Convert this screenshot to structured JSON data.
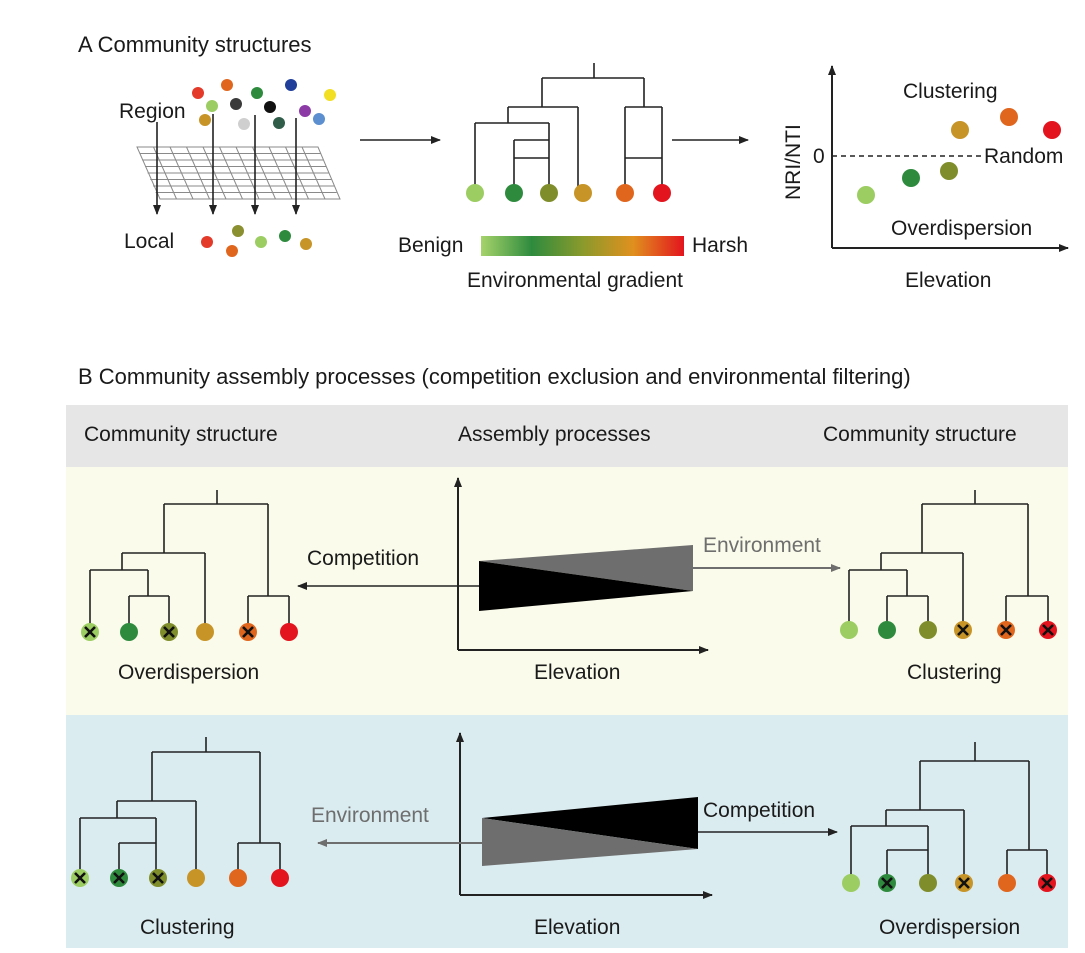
{
  "colors": {
    "light_green": "#9ccd62",
    "green": "#2e8b3e",
    "olive": "#7f8e2b",
    "ochre": "#c79427",
    "orange": "#e0661e",
    "red": "#e3141e",
    "header_band": "#e6e6e6",
    "upper_band": "#fbfbeb",
    "lower_band": "#dbecf1"
  },
  "panel_a": {
    "title": "A  Community structures",
    "region_label": "Region",
    "local_label": "Local",
    "gradient_left": "Benign",
    "gradient_right": "Harsh",
    "gradient_caption": "Environmental gradient",
    "plot": {
      "ylabel": "NRI/NTI",
      "zero_tick": "0",
      "random_label": "Random",
      "clustering_label": "Clustering",
      "overdispersion_label": "Overdispersion",
      "xlabel": "Elevation"
    }
  },
  "panel_b": {
    "title": "B  Community assembly processes (competition exclusion and environmental filtering)",
    "header": {
      "left": "Community structure",
      "center": "Assembly processes",
      "right": "Community structure"
    },
    "upper_row": {
      "left_arrow_label": "Competition",
      "right_arrow_label": "Environment",
      "left_structure": "Overdispersion",
      "axis_label": "Elevation",
      "right_structure": "Clustering"
    },
    "lower_row": {
      "left_arrow_label": "Environment",
      "right_arrow_label": "Competition",
      "left_structure": "Clustering",
      "axis_label": "Elevation",
      "right_structure": "Overdispersion"
    }
  }
}
